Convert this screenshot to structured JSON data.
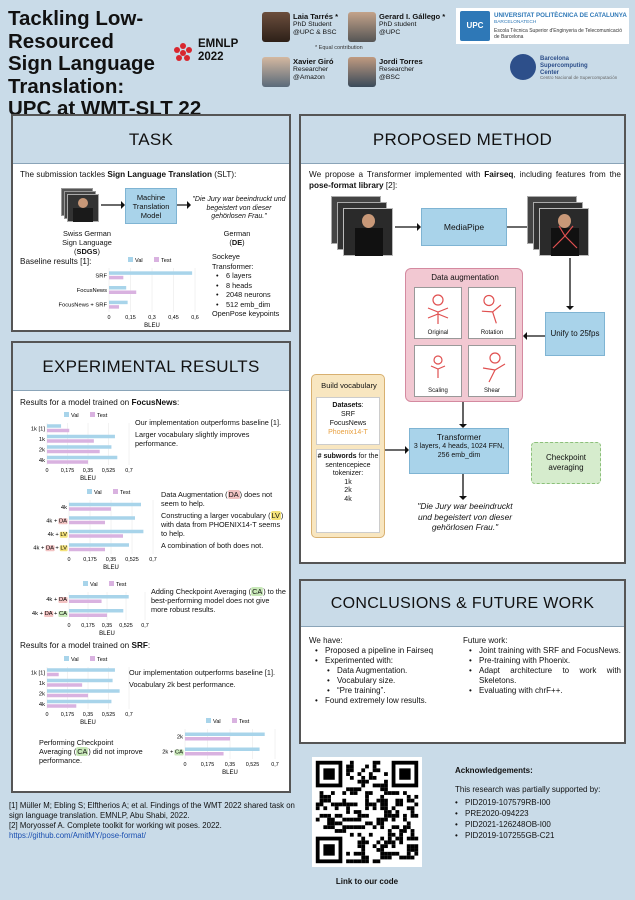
{
  "header": {
    "title": [
      "Tackling Low-Resourced",
      "Sign Language",
      "Translation:",
      "UPC at WMT-SLT 22"
    ],
    "emnlp": [
      "EMNLP",
      "2022"
    ],
    "authors": [
      {
        "name": "Laia Tarrés *",
        "role": "PhD Student",
        "aff": "@UPC & BSC"
      },
      {
        "name": "Gerard I. Gállego *",
        "role": "PhD student",
        "aff": "@UPC"
      },
      {
        "name": "Xavier Giró",
        "role": "Researcher",
        "aff": "@Amazon"
      },
      {
        "name": "Jordi Torres",
        "role": "Researcher",
        "aff": "@BSC"
      }
    ],
    "equal": "* Equal contribution",
    "upc": {
      "logo": "UPC",
      "l1": "UNIVERSITAT POLITÈCNICA DE CATALUNYA",
      "l2": "BARCELONATECH",
      "l3": "Escola Tècnica Superior d'Enginyeria de Telecomunicació de Barcelona"
    },
    "bsc": {
      "l1": "Barcelona",
      "l2": "Supercomputing",
      "l3": "Center",
      "sub": "Centro Nacional de Supercomputación"
    }
  },
  "task": {
    "heading": "TASK",
    "intro_pre": "The submission tackles ",
    "intro_bold": "Sign Language Translation",
    "intro_post": " (SLT):",
    "mt_box": "Machine Translation Model",
    "quote": "\"Die Jury war beeindruckt und begeistert von dieser gehörlosen Frau.\"",
    "src_label": [
      "Swiss German",
      "Sign Language"
    ],
    "src_abbr": "SDGS",
    "tgt_label": "German",
    "tgt_abbr": "DE",
    "baseline": "Baseline results [1]:",
    "sockeye": [
      "Sockeye",
      "Transformer:"
    ],
    "sockeye_items": [
      "6 layers",
      "8 heads",
      "2048 neurons",
      "512 emb_dim"
    ],
    "openpose": "OpenPose keypoints"
  },
  "method": {
    "heading": "PROPOSED METHOD",
    "intro_pre": "We propose a Transformer implemented with ",
    "intro_bold1": "Fairseq",
    "intro_mid": ", including features from the ",
    "intro_bold2": "pose-format library",
    "intro_post": " [2]:",
    "mediapipe": "MediaPipe",
    "da_title": "Data augmentation",
    "da_items": [
      "Original",
      "Rotation",
      "Scaling",
      "Shear"
    ],
    "unify": "Unify to 25fps",
    "vocab_title": "Build vocabulary",
    "datasets_label": "Datasets",
    "datasets": [
      "SRF",
      "FocusNews",
      "Phoenix14-T"
    ],
    "subwords_bold": "# subwords",
    "subwords_rest": " for the sentencepiece tokenizer:",
    "subwords": [
      "1k",
      "2k",
      "4k"
    ],
    "transformer_title": "Transformer",
    "transformer_desc": "3 layers, 4 heads, 1024 FFN, 256 emb_dim",
    "ckpt": "Checkpoint averaging",
    "quote": "\"Die Jury war beeindruckt und begeistert von dieser gehörlosen Frau.\""
  },
  "results": {
    "heading": "EXPERIMENTAL RESULTS",
    "focus_intro_pre": "Results for a model trained on ",
    "focus_intro_bold": "FocusNews",
    "focus_intro_post": ":",
    "srf_intro_pre": "Results for a model trained on ",
    "srf_intro_bold": "SRF",
    "srf_intro_post": ":",
    "c1_notes": [
      "Our implementation outperforms baseline [1].",
      "Larger vocabulary slightly improves performance."
    ],
    "c2_notes_1a": "Data Augmentation (",
    "c2_notes_1b": "DA",
    "c2_notes_1c": ") does not seem to help.",
    "c2_notes_2a": "Constructing a larger vocabulary (",
    "c2_notes_2b": "LV",
    "c2_notes_2c": ") with data from PHOENIX14-T seems to help.",
    "c2_notes_3": "A combination of both does not.",
    "c3_notes_a": "Adding Checkpoint Averaging (",
    "c3_notes_b": "CA",
    "c3_notes_c": ") to the best-performing model does not give more robust results.",
    "c4_notes": [
      "Our implementation outperforms baseline [1].",
      "Vocabulary 2k best performance."
    ],
    "c5_notes_a": "Performing Checkpoint Averaging (",
    "c5_notes_b": "CA",
    "c5_notes_c": ") did not improve performance."
  },
  "conclusions": {
    "heading": "CONCLUSIONS & FUTURE WORK",
    "have_label": "We have:",
    "have": [
      "Proposed a pipeline in Fairseq",
      "Experimented with:"
    ],
    "have_sub": [
      "Data Augmentation.",
      "Vocabulary size.",
      "“Pre training”."
    ],
    "have_last": "Found extremely low results.",
    "future_label": "Future work:",
    "future": [
      "Joint training with SRF and FocusNews.",
      "Pre-training with Phoenix.",
      "Adapt architecture to work with Skeletons.",
      "Evaluating with chrF++."
    ]
  },
  "references": {
    "r1": "[1] Müller M; Ebling S; Elftherios A; et al. Findings of the WMT 2022 shared task on sign language translation. EMNLP, Abu Shabi, 2022.",
    "r2": "[2] Moryossef A. Complete toolkit for working wit poses. 2022.",
    "link": "https://github.com/AmitMY/pose-format/"
  },
  "qr_caption": "Link to our code",
  "ack": {
    "title": "Acknowledgements",
    "text": "This research was partially supported by:",
    "items": [
      "PID2019-107579RB-I00",
      "PRE2020-094223",
      "PID2021-126248OB-I00",
      "PID2019-107255GB-C21"
    ]
  },
  "colors": {
    "val": "#a8d4ea",
    "test": "#d9b2e0",
    "panel_header": "#c9dbe8",
    "box_blue": "#a9d3ea",
    "da_pink": "#f2c8d2",
    "vocab_yellow": "#f8e6c0",
    "ckpt_green": "#d6eccd"
  },
  "chart_data": [
    {
      "type": "bar",
      "orientation": "horizontal",
      "id": "baseline",
      "categories": [
        "SRF",
        "FocusNews",
        "FocusNews + SRF"
      ],
      "series": [
        {
          "name": "Val",
          "values": [
            0.58,
            0.12,
            0.13
          ]
        },
        {
          "name": "Test",
          "values": [
            0.1,
            0.19,
            0.07
          ]
        }
      ],
      "xlabel": "BLEU",
      "xticks": [
        "0",
        "0,15",
        "0,3",
        "0,45",
        "0,6"
      ],
      "xlim": [
        0,
        0.6
      ]
    },
    {
      "type": "bar",
      "orientation": "horizontal",
      "id": "focus-vocab",
      "categories": [
        "1k [1]",
        "1k",
        "2k",
        "4k"
      ],
      "series": [
        {
          "name": "Val",
          "values": [
            0.12,
            0.58,
            0.55,
            0.6
          ]
        },
        {
          "name": "Test",
          "values": [
            0.19,
            0.4,
            0.45,
            0.35
          ]
        }
      ],
      "xlabel": "BLEU",
      "xticks": [
        "0",
        "0,175",
        "0,35",
        "0,525",
        "0,7"
      ],
      "xlim": [
        0,
        0.7
      ]
    },
    {
      "type": "bar",
      "orientation": "horizontal",
      "id": "focus-da-lv",
      "categories": [
        "4k",
        "4k + DA",
        "4k + LV",
        "4k + DA + LV"
      ],
      "series": [
        {
          "name": "Val",
          "values": [
            0.6,
            0.55,
            0.62,
            0.5
          ]
        },
        {
          "name": "Test",
          "values": [
            0.35,
            0.3,
            0.45,
            0.3
          ]
        }
      ],
      "xlabel": "BLEU",
      "xticks": [
        "0",
        "0,175",
        "0,35",
        "0,525",
        "0,7"
      ],
      "xlim": [
        0,
        0.7
      ]
    },
    {
      "type": "bar",
      "orientation": "horizontal",
      "id": "focus-ca",
      "categories": [
        "4k + DA",
        "4k + DA + CA"
      ],
      "series": [
        {
          "name": "Val",
          "values": [
            0.55,
            0.5
          ]
        },
        {
          "name": "Test",
          "values": [
            0.3,
            0.35
          ]
        }
      ],
      "xlabel": "BLEU",
      "xticks": [
        "0",
        "0,175",
        "0,35",
        "0,525",
        "0,7"
      ],
      "xlim": [
        0,
        0.7
      ]
    },
    {
      "type": "bar",
      "orientation": "horizontal",
      "id": "srf-vocab",
      "categories": [
        "1k [1]",
        "1k",
        "2k",
        "4k"
      ],
      "series": [
        {
          "name": "Val",
          "values": [
            0.58,
            0.56,
            0.62,
            0.55
          ]
        },
        {
          "name": "Test",
          "values": [
            0.1,
            0.3,
            0.35,
            0.25
          ]
        }
      ],
      "xlabel": "BLEU",
      "xticks": [
        "0",
        "0,175",
        "0,35",
        "0,525",
        "0,7"
      ],
      "xlim": [
        0,
        0.7
      ]
    },
    {
      "type": "bar",
      "orientation": "horizontal",
      "id": "srf-ca",
      "categories": [
        "2k",
        "2k + CA"
      ],
      "series": [
        {
          "name": "Val",
          "values": [
            0.62,
            0.58
          ]
        },
        {
          "name": "Test",
          "values": [
            0.35,
            0.3
          ]
        }
      ],
      "xlabel": "BLEU",
      "xticks": [
        "0",
        "0,175",
        "0,35",
        "0,525",
        "0,7"
      ],
      "xlim": [
        0,
        0.7
      ]
    }
  ]
}
